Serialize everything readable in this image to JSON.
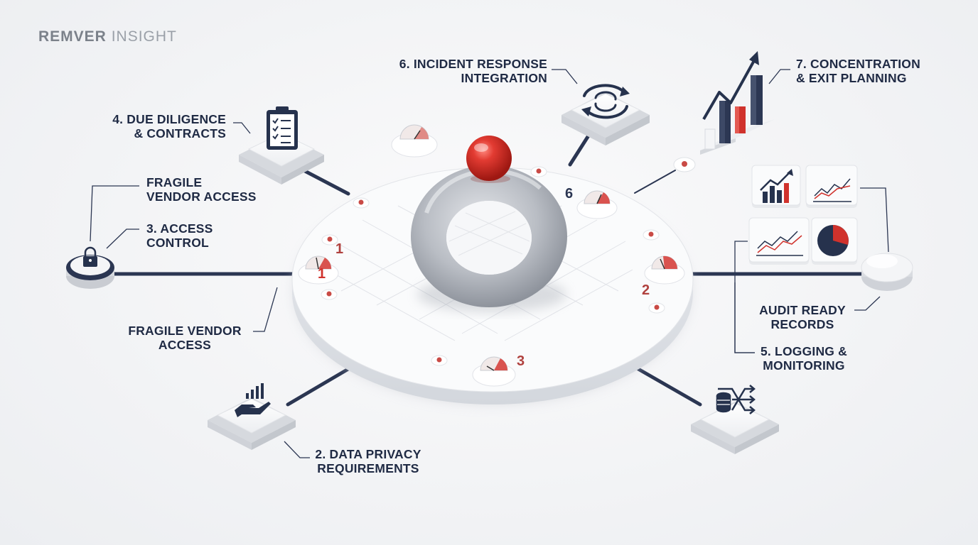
{
  "brand": {
    "bold": "REMVER",
    "light": "INSIGHT"
  },
  "labels": {
    "incident": {
      "line1": "6. INCIDENT RESPONSE",
      "line2": "INTEGRATION"
    },
    "concentration": {
      "line1": "7. CONCENTRATION",
      "line2": "& EXIT PLANNING"
    },
    "due_diligence": {
      "line1": "4. DUE DILIGENCE",
      "line2": "& CONTRACTS"
    },
    "fragile_top": {
      "line1": "FRAGILE",
      "line2": "VENDOR ACCESS"
    },
    "access_control": {
      "line1": "3. ACCESS",
      "line2": "CONTROL"
    },
    "fragile_bottom": {
      "line1": "FRAGILE VENDOR",
      "line2": "ACCESS"
    },
    "data_privacy": {
      "line1": "2. DATA PRIVACY",
      "line2": "REQUIREMENTS"
    },
    "audit": {
      "line1": "AUDIT READY",
      "line2": "RECORDS"
    },
    "logging": {
      "line1": "5. LOGGING &",
      "line2": "MONITORING"
    }
  },
  "gauge_numbers": {
    "g6": "6",
    "g1": "1",
    "g1b": "1",
    "g2": "2",
    "g3": "3"
  },
  "colors": {
    "navy": "#26324d",
    "red": "#d0322c",
    "platform": "#f7f8fa"
  }
}
